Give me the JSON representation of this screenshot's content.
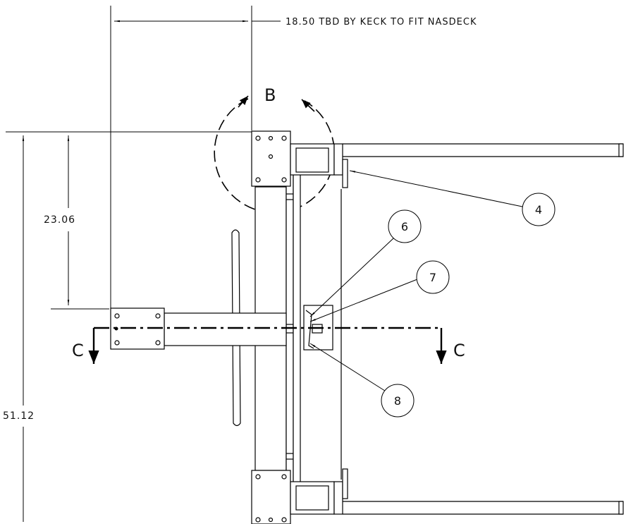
{
  "drawing": {
    "dimensions": {
      "top_width_note": "18.50 TBD BY KECK TO FIT NASDECK",
      "vertical_short": "23.06",
      "vertical_long": "51.12"
    },
    "detail_view": {
      "label": "B"
    },
    "section_view": {
      "left_label": "C",
      "right_label": "C"
    },
    "balloons": [
      {
        "number": "4"
      },
      {
        "number": "6"
      },
      {
        "number": "7"
      },
      {
        "number": "8"
      }
    ]
  }
}
